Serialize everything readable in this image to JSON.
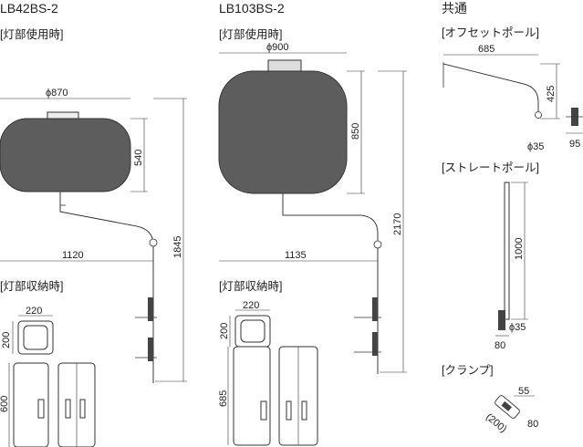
{
  "products": {
    "lb42": {
      "title": "LB42BS-2",
      "in_use_label": "[灯部使用時]",
      "stored_label": "[灯部収納時]",
      "dims": {
        "diameter": "ϕ870",
        "height": "540",
        "width": "1120",
        "total": "1845",
        "top_w": "220",
        "top_h": "200",
        "stored_h": "600"
      }
    },
    "lb103": {
      "title": "LB103BS-2",
      "in_use_label": "[灯部使用時]",
      "stored_label": "[灯部収納時]",
      "dims": {
        "diameter": "ϕ900",
        "height": "850",
        "width": "1135",
        "total": "2170",
        "top_w": "220",
        "top_h": "200",
        "stored_h": "685"
      }
    }
  },
  "common": {
    "title": "共通",
    "offset_label": "[オフセットポール]",
    "offset_dims": {
      "length": "685",
      "height": "425",
      "diameter": "ϕ35",
      "clamp": "95"
    },
    "straight_label": "[ストレートポール]",
    "straight_dims": {
      "length": "1000",
      "diameter": "ϕ35",
      "base": "80"
    },
    "clamp_label": "[クランプ]",
    "clamp_dims": {
      "a": "55",
      "b": "(200)",
      "c": "80"
    }
  },
  "colors": {
    "body": "#5a5a5a",
    "line": "#333333"
  }
}
